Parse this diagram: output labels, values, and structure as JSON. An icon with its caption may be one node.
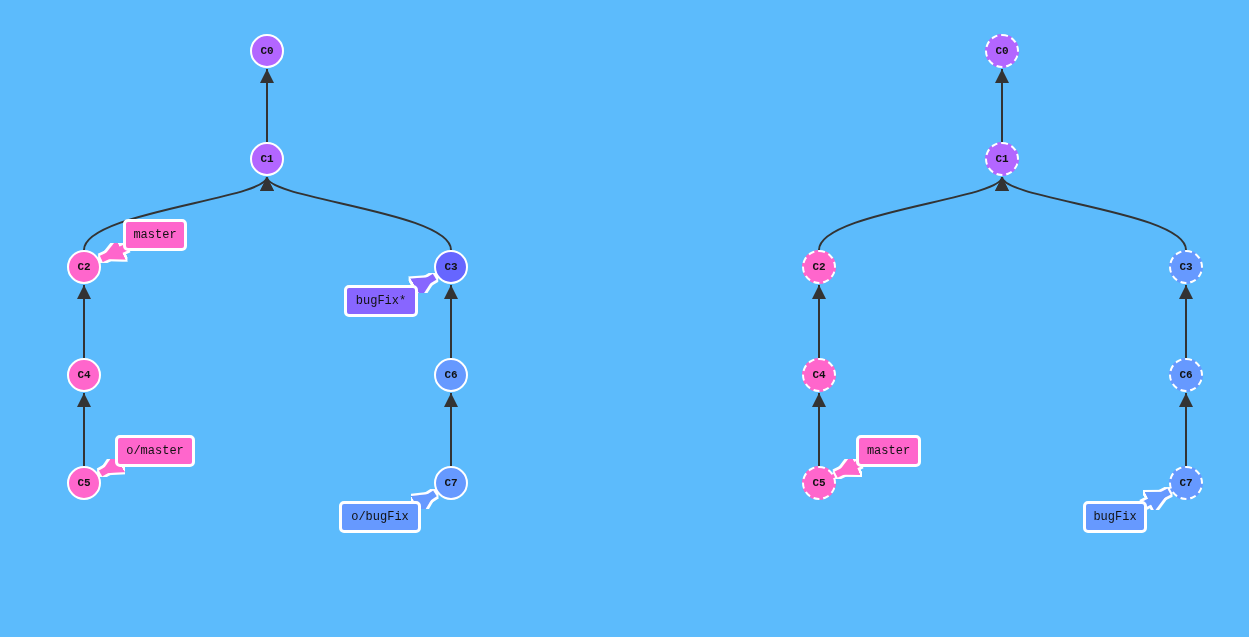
{
  "diagram": {
    "nodes": [
      {
        "text": [
          "C0"
        ]
      },
      {
        "text": [
          "C1"
        ]
      },
      {
        "text": [
          "C2"
        ]
      },
      {
        "text": [
          "C3"
        ]
      },
      {
        "text": [
          "C4"
        ]
      },
      {
        "text": [
          "C5"
        ]
      },
      {
        "text": [
          "C6"
        ]
      },
      {
        "text": [
          "C7"
        ]
      },
      {
        "text": [
          "master"
        ]
      },
      {
        "text": [
          "bugFix*"
        ]
      },
      {
        "text": [
          "o/master"
        ]
      },
      {
        "text": [
          "o/bugFix"
        ]
      },
      {
        "text": [
          "C0"
        ]
      },
      {
        "text": [
          "C1"
        ]
      },
      {
        "text": [
          "C2"
        ]
      },
      {
        "text": [
          "C3"
        ]
      },
      {
        "text": [
          "C4"
        ]
      },
      {
        "text": [
          "C5"
        ]
      },
      {
        "text": [
          "C6"
        ]
      },
      {
        "text": [
          "C7"
        ]
      },
      {
        "text": [
          "master"
        ]
      },
      {
        "text": [
          "bugFix"
        ]
      }
    ],
    "edges": [
      {
        "from": 1,
        "to": 0,
        "arrow": "to"
      },
      {
        "from": 2,
        "to": 1,
        "arrow": "to"
      },
      {
        "from": 3,
        "to": 1,
        "arrow": "to"
      },
      {
        "from": 4,
        "to": 2,
        "arrow": "to"
      },
      {
        "from": 5,
        "to": 4,
        "arrow": "to"
      },
      {
        "from": 6,
        "to": 3,
        "arrow": "to"
      },
      {
        "from": 7,
        "to": 6,
        "arrow": "to"
      },
      {
        "from": 8,
        "to": 2,
        "arrow": "to",
        "style": "thick",
        "color": "#ff66cc"
      },
      {
        "from": 9,
        "to": 3,
        "arrow": "to",
        "style": "thick",
        "color": "#8866ff"
      },
      {
        "from": 10,
        "to": 5,
        "arrow": "to",
        "style": "thick",
        "color": "#ff66cc"
      },
      {
        "from": 11,
        "to": 7,
        "arrow": "to",
        "style": "thick",
        "color": "#6699ff"
      },
      {
        "from": 13,
        "to": 12,
        "arrow": "to"
      },
      {
        "from": 14,
        "to": 13,
        "arrow": "to"
      },
      {
        "from": 15,
        "to": 13,
        "arrow": "to"
      },
      {
        "from": 16,
        "to": 14,
        "arrow": "to"
      },
      {
        "from": 17,
        "to": 16,
        "arrow": "to"
      },
      {
        "from": 18,
        "to": 15,
        "arrow": "to"
      },
      {
        "from": 19,
        "to": 18,
        "arrow": "to"
      },
      {
        "from": 20,
        "to": 17,
        "arrow": "to",
        "style": "thick",
        "color": "#ff66cc"
      },
      {
        "from": 21,
        "to": 19,
        "arrow": "to",
        "style": "thick",
        "color": "#6699ff"
      }
    ]
  }
}
